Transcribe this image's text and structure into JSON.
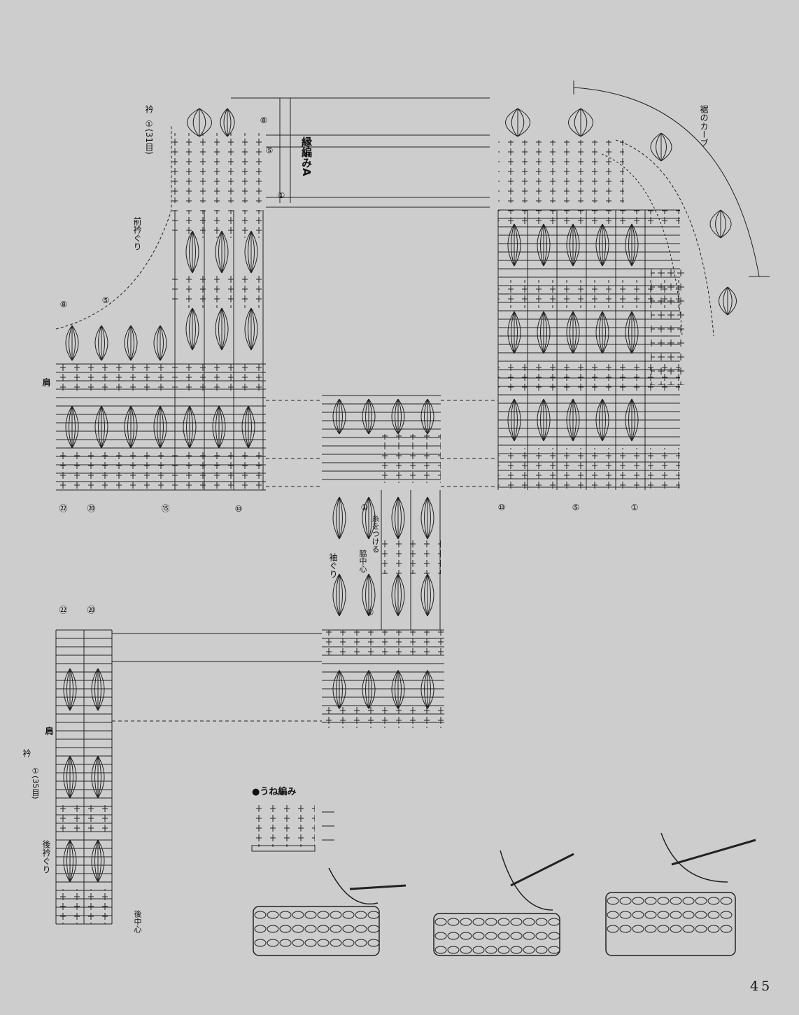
{
  "page_number": "45",
  "labels": {
    "collar_top": "衿",
    "collar_top_row": "①(31目)",
    "front_neckline": "前衿ぐり",
    "edging_a": "縁編みA",
    "hem_curve": "裾のカーブ",
    "shoulder_front": "肩",
    "shoulder_back": "肩",
    "armhole": "袖ぐり",
    "side_center": "脇中心",
    "attach_yarn": "糸をつける",
    "collar_back": "衿",
    "collar_back_row": "①(35目)",
    "back_neckline": "後衿ぐり",
    "back_center": "後中心"
  },
  "row_markers": {
    "edging_rows": [
      "⑧",
      "⑤",
      "①"
    ],
    "front_left_bottom": [
      "㉒",
      "⑳",
      "⑮",
      "⑩"
    ],
    "front_left_top": [
      "⑧",
      "⑤"
    ],
    "front_right_bottom": [
      "⑩",
      "⑤",
      "①"
    ],
    "armhole": [
      "①",
      "①"
    ],
    "back": [
      "㉒",
      "⑳"
    ]
  },
  "une_ami": {
    "title": "●うね編み"
  },
  "colors": {
    "background": "#cdcdcd",
    "ink": "#111111"
  }
}
